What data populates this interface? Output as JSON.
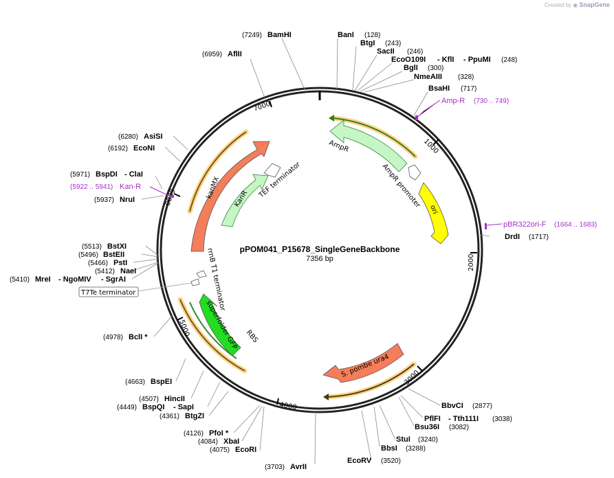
{
  "credit": {
    "created_by": "Created by",
    "brand": "SnapGene"
  },
  "plasmid": {
    "name": "pPOM041_P15678_SingleGeneBackbone",
    "length_label": "7356 bp"
  },
  "ticks": [
    "1000",
    "2000",
    "3000",
    "4000",
    "5000",
    "6000",
    "7000"
  ],
  "enzymes": [
    {
      "id": "bamhi",
      "name": "BamHI",
      "pos": "(7249)"
    },
    {
      "id": "afIii",
      "name": "AflII",
      "pos": "(6959)"
    },
    {
      "id": "bani",
      "name": "BanI",
      "pos": "(128)"
    },
    {
      "id": "btgi",
      "name": "BtgI",
      "pos": "(243)"
    },
    {
      "id": "sacii",
      "name": "SacII",
      "pos": "(246)"
    },
    {
      "id": "eco",
      "name": "EcoO109I",
      "name2": "- KflI",
      "name3": "- PpuMI",
      "pos": "(248)"
    },
    {
      "id": "bgli",
      "name": "BglI",
      "pos": "(300)"
    },
    {
      "id": "nmeaiii",
      "name": "NmeAIII",
      "pos": "(328)"
    },
    {
      "id": "bsahi",
      "name": "BsaHI",
      "pos": "(717)"
    },
    {
      "id": "drdi",
      "name": "DrdI",
      "pos": "(1717)"
    },
    {
      "id": "asisi",
      "name": "AsiSI",
      "pos": "(6280)"
    },
    {
      "id": "econi",
      "name": "EcoNI",
      "pos": "(6192)"
    },
    {
      "id": "bspdi",
      "name": "BspDI",
      "name2": "- ClaI",
      "pos": "(5971)"
    },
    {
      "id": "nrui",
      "name": "NruI",
      "pos": "(5937)"
    },
    {
      "id": "bstxi",
      "name": "BstXI",
      "pos": "(5513)"
    },
    {
      "id": "bsteii",
      "name": "BstEII",
      "pos": "(5496)"
    },
    {
      "id": "psti",
      "name": "PstI",
      "pos": "(5466)"
    },
    {
      "id": "naei",
      "name": "NaeI",
      "pos": "(5412)"
    },
    {
      "id": "mrei",
      "name": "MreI",
      "name2": "- NgoMIV",
      "name3": "- SgrAI",
      "pos": "(5410)"
    },
    {
      "id": "bcli",
      "name": "BclI *",
      "pos": "(4978)"
    },
    {
      "id": "bspei",
      "name": "BspEI",
      "pos": "(4663)"
    },
    {
      "id": "hincii",
      "name": "HincII",
      "pos": "(4507)"
    },
    {
      "id": "bspqi",
      "name": "BspQI",
      "name2": "- SapI",
      "pos": "(4449)"
    },
    {
      "id": "btgzi",
      "name": "BtgZI",
      "pos": "(4361)"
    },
    {
      "id": "pfoi",
      "name": "PfoI *",
      "pos": "(4126)"
    },
    {
      "id": "xbai",
      "name": "XbaI",
      "pos": "(4084)"
    },
    {
      "id": "ecori",
      "name": "EcoRI",
      "pos": "(4075)"
    },
    {
      "id": "avrii",
      "name": "AvrII",
      "pos": "(3703)"
    },
    {
      "id": "ecorv",
      "name": "EcoRV",
      "pos": "(3520)"
    },
    {
      "id": "bbsi",
      "name": "BbsI",
      "pos": "(3288)"
    },
    {
      "id": "stui",
      "name": "StuI",
      "pos": "(3240)"
    },
    {
      "id": "bsu36i",
      "name": "Bsu36I",
      "pos": "(3082)"
    },
    {
      "id": "pflfi",
      "name": "PflFI",
      "name2": "- Tth111I",
      "pos": "(3038)"
    },
    {
      "id": "bbvci",
      "name": "BbvCI",
      "pos": "(2877)"
    }
  ],
  "primers": [
    {
      "id": "ampr",
      "name": "Amp-R",
      "range": "(730 .. 749)"
    },
    {
      "id": "pbr",
      "name": "pBR322ori-F",
      "range": "(1664 .. 1683)"
    },
    {
      "id": "kanr",
      "name": "Kan-R",
      "range": "(5922 .. 5941)"
    }
  ],
  "features": {
    "ampr": "AmpR",
    "ampr_promoter": "AmpR promoter",
    "ori": "ori",
    "ura4": "S. pombe ura4",
    "kanmx": "kanMX",
    "kanr": "KanR",
    "tef": "TEF terminator",
    "rrnb": "rrnB T1 terminator",
    "sfgfp": "superfolder GFP",
    "rbs": "RBS",
    "t7te": "T7Te terminator"
  },
  "colors": {
    "ampr": "#c6f5c6",
    "ori": "#ffff00",
    "ura4": "#f47d5a",
    "kanmx": "#f47d5a",
    "kanr": "#c6f5c6",
    "sfgfp": "#22dd22",
    "primer": "#a52fc9",
    "orf_glow": "#fcd58a"
  }
}
